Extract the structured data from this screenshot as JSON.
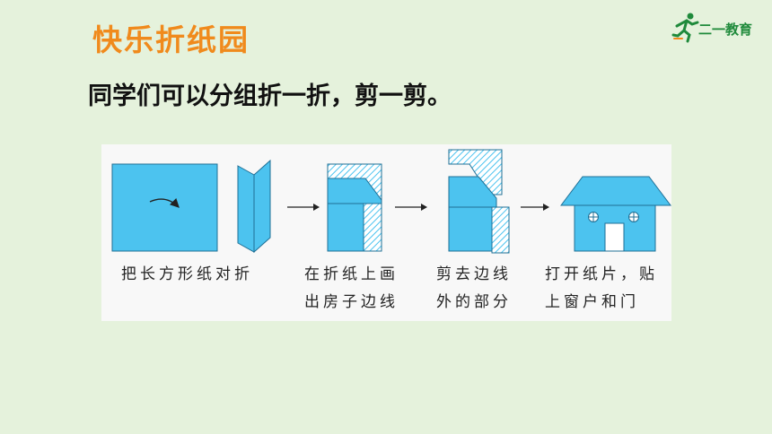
{
  "header": {
    "section_title": "快乐折纸园",
    "logo_text": "二一教育"
  },
  "instruction": "同学们可以分组折一折，剪一剪。",
  "steps": [
    {
      "lines": [
        "把长方形纸对折"
      ]
    },
    {
      "lines": [
        "在折纸上画",
        "出房子边线"
      ]
    },
    {
      "lines": [
        "剪去边线",
        "外的部分"
      ]
    },
    {
      "lines": [
        "打开纸片，贴",
        "上窗户和门"
      ]
    }
  ],
  "colors": {
    "paper_blue": "#4cc3ef",
    "title_orange": "#f08a1c",
    "background": "#e5f2dc",
    "panel": "#f8f8f8"
  }
}
